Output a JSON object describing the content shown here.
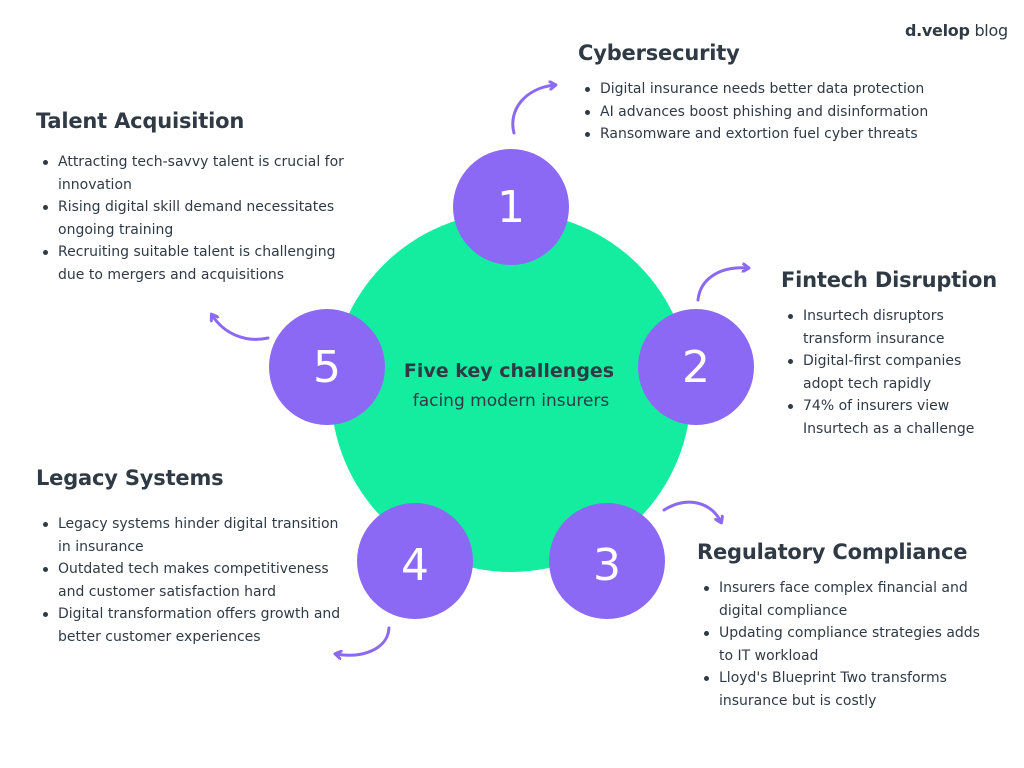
{
  "brand": {
    "name_bold": "d.velop",
    "name_light": "blog"
  },
  "center": {
    "title": "Five key challenges",
    "subtitle": "facing modern insurers"
  },
  "colors": {
    "accent_green": "#14eca0",
    "accent_purple": "#8c69f5",
    "text": "#2f3a45"
  },
  "nodes": [
    {
      "number": "1"
    },
    {
      "number": "2"
    },
    {
      "number": "3"
    },
    {
      "number": "4"
    },
    {
      "number": "5"
    }
  ],
  "sections": {
    "cybersecurity": {
      "title": "Cybersecurity",
      "bullets": [
        "Digital insurance needs better data protection",
        "AI advances boost phishing and disinformation",
        "Ransomware and extortion fuel cyber threats"
      ]
    },
    "fintech": {
      "title": "Fintech Disruption",
      "bullets": [
        "Insurtech disruptors transform insurance",
        "Digital-first companies adopt tech rapidly",
        "74% of insurers view Insurtech as a challenge"
      ]
    },
    "regulatory": {
      "title": "Regulatory Compliance",
      "bullets": [
        "Insurers face complex financial and digital compliance",
        "Updating compliance strategies adds to IT workload",
        "Lloyd's Blueprint Two transforms insurance but is costly"
      ]
    },
    "legacy": {
      "title": "Legacy Systems",
      "bullets": [
        "Legacy systems hinder digital transition in insurance",
        "Outdated tech makes competitiveness and customer satisfaction hard",
        "Digital transformation offers growth and better customer experiences"
      ]
    },
    "talent": {
      "title": "Talent Acquisition",
      "bullets": [
        "Attracting tech-savvy talent is crucial for innovation",
        "Rising digital skill demand necessitates ongoing training",
        "Recruiting suitable talent is challenging due to mergers and acquisitions"
      ]
    }
  }
}
